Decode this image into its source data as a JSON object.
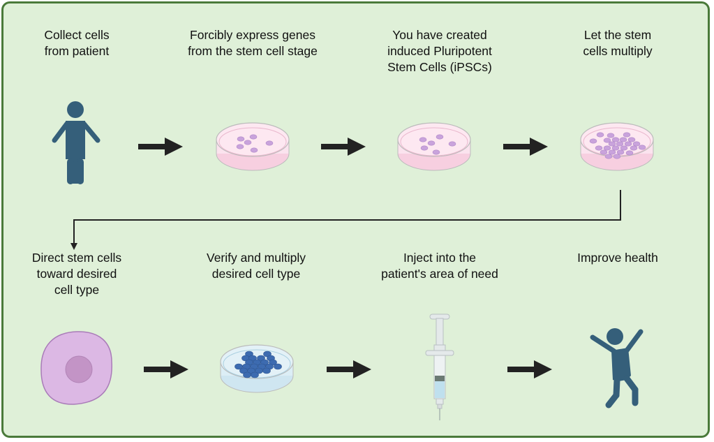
{
  "diagram": {
    "title": "iPSC therapy workflow",
    "colors": {
      "background": "#dff0d8",
      "border": "#4a7a3a",
      "figure": "#355f7a",
      "arrow": "#222222",
      "dish_media_pink": "#fbe3ee",
      "cell_purple": "#c9a3dc",
      "cell_blue": "#3d6bb0",
      "dish_media_blue": "#dceef6"
    },
    "steps": [
      {
        "id": "collect",
        "label": "Collect cells\nfrom patient",
        "icon": "person-standing-icon"
      },
      {
        "id": "express",
        "label": "Forcibly express genes\nfrom the stem cell stage",
        "icon": "petri-dish-few-cells-icon"
      },
      {
        "id": "created",
        "label": "You have created\ninduced Pluripotent\nStem Cells (iPSCs)",
        "icon": "petri-dish-ipsc-icon"
      },
      {
        "id": "multiply",
        "label": "Let the stem\ncells multiply",
        "icon": "petri-dish-many-cells-icon"
      },
      {
        "id": "direct",
        "label": "Direct stem cells\ntoward desired\ncell type",
        "icon": "cell-icon"
      },
      {
        "id": "verify",
        "label": "Verify and multiply\ndesired cell type",
        "icon": "petri-dish-blue-cells-icon"
      },
      {
        "id": "inject",
        "label": "Inject into the\npatient's area of need",
        "icon": "syringe-icon"
      },
      {
        "id": "improve",
        "label": "Improve health",
        "icon": "person-cheering-icon"
      }
    ]
  }
}
